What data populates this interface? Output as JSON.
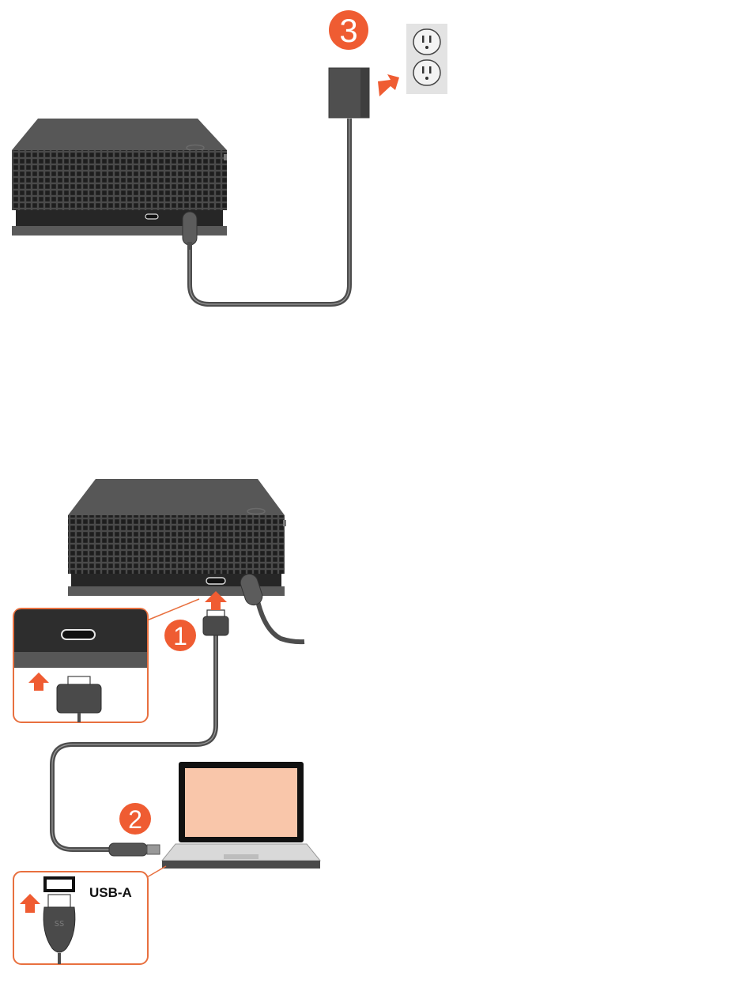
{
  "steps": {
    "step1": "1",
    "step2": "2",
    "step3": "3"
  },
  "labels": {
    "usb_a": "USB-A"
  },
  "colors": {
    "accent": "#ef5c32",
    "device": "#4a4a4a",
    "device_top": "#555555",
    "grille_hole": "#1e1e1e",
    "cable": "#4d4d4d",
    "screen": "#f9c6aa",
    "wall_plate": "#e3e3e3",
    "inset_border": "#e8703f"
  },
  "icons": {
    "arrow": "arrow-up-icon",
    "outlet": "wall-outlet-icon",
    "port": "usb-micro-b-port-icon"
  }
}
